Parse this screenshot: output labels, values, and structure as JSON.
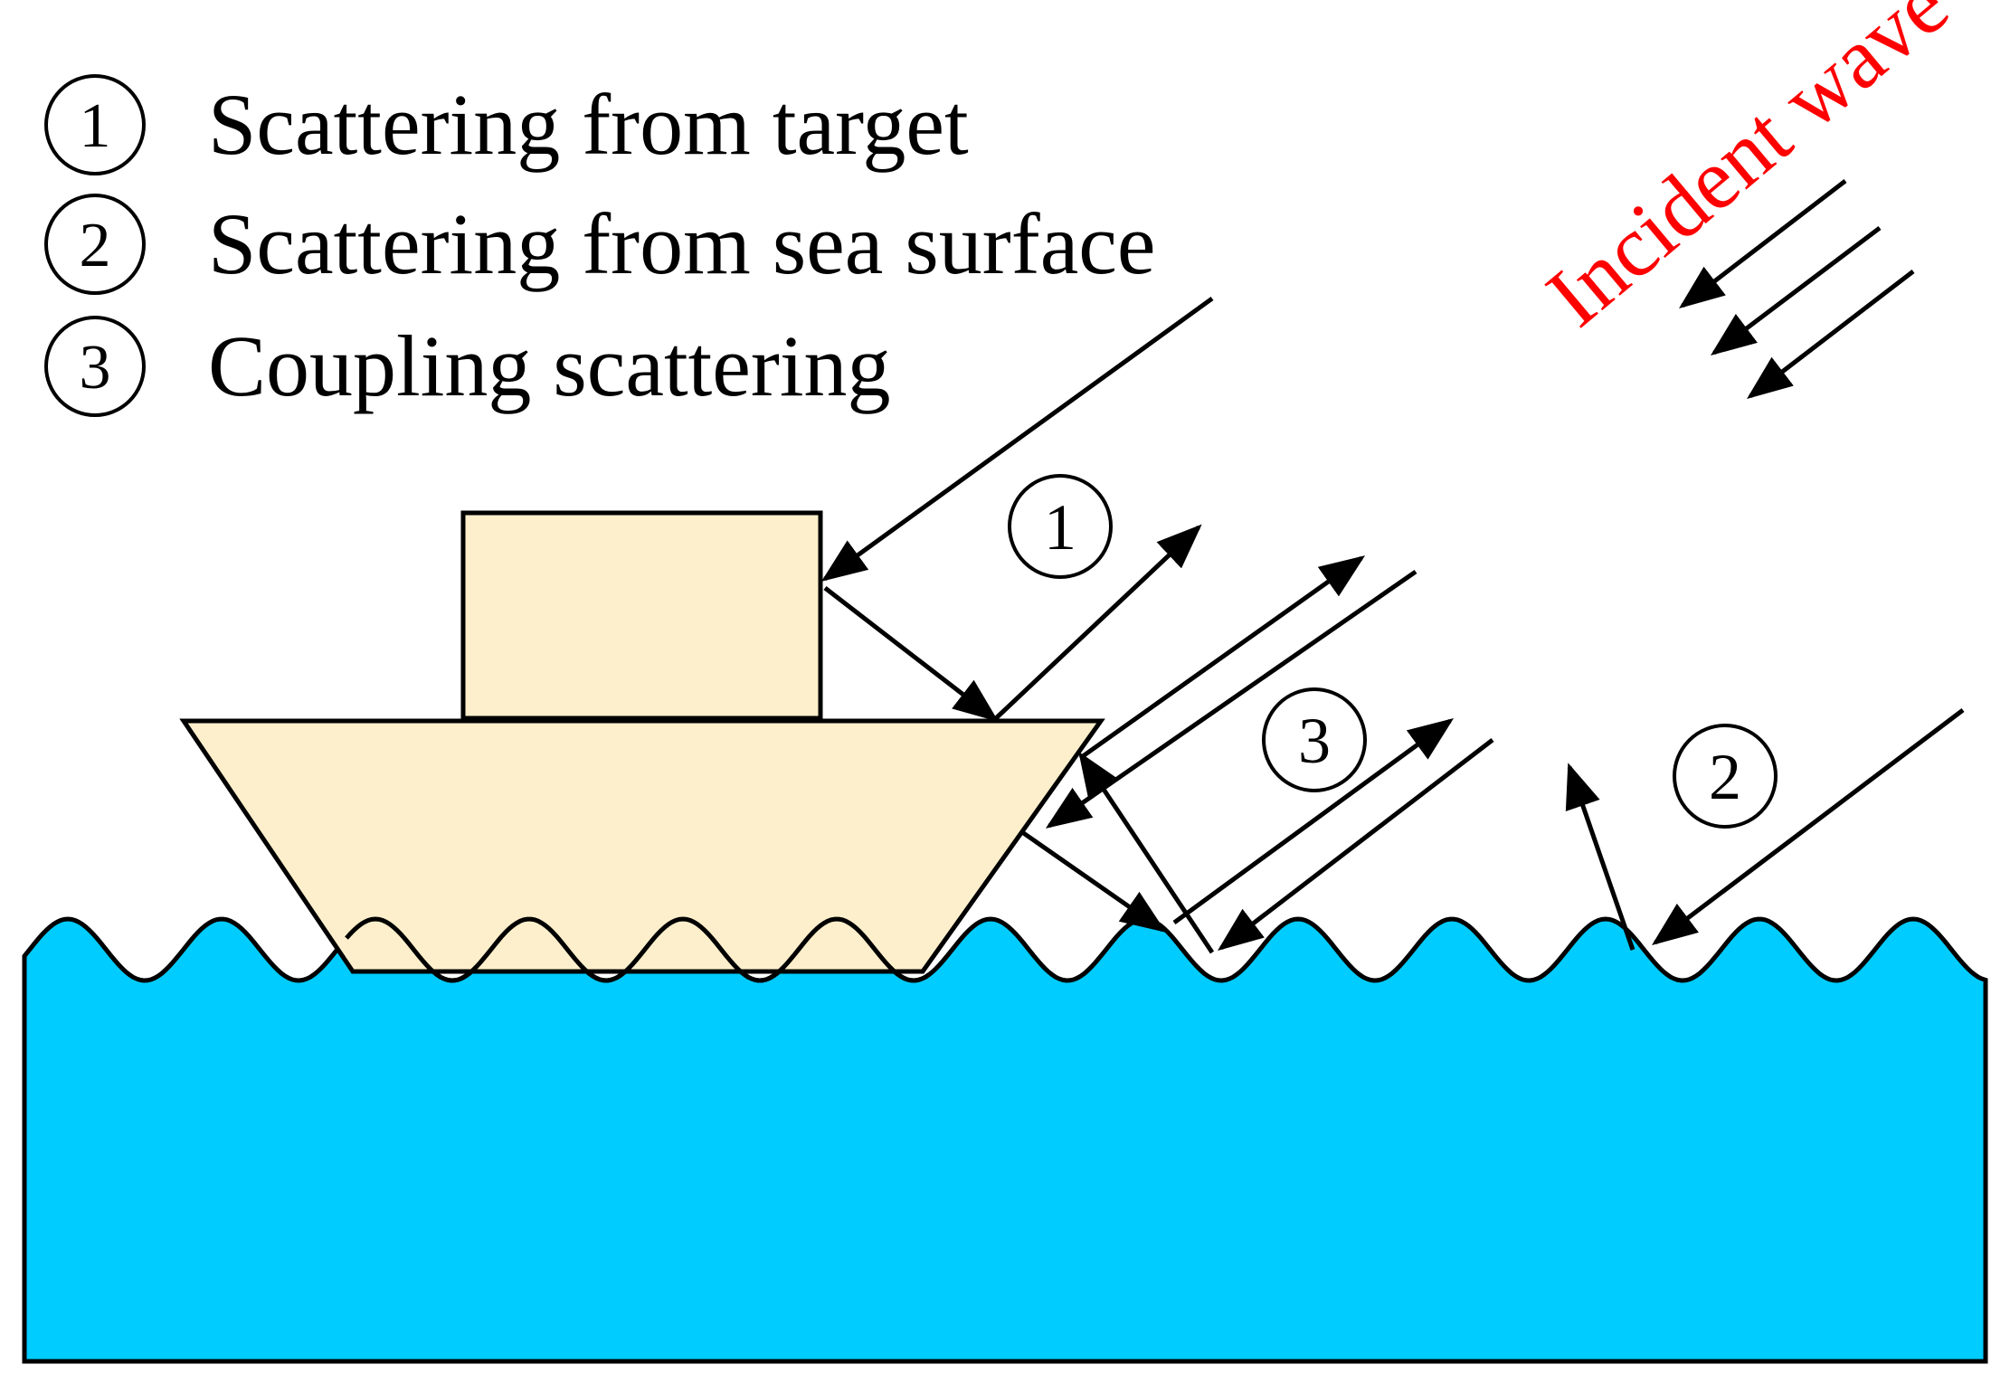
{
  "colors": {
    "sea": "#00CCFF",
    "ship": "#FDEFCB",
    "outline": "#000000",
    "incident_label": "#FF0000",
    "background": "#FFFFFF"
  },
  "legend": [
    {
      "num": "1",
      "label": "Scattering from target"
    },
    {
      "num": "2",
      "label": "Scattering from sea surface"
    },
    {
      "num": "3",
      "label": "Coupling scattering"
    }
  ],
  "incident_label": "Incident wave",
  "markers": [
    {
      "num": "1"
    },
    {
      "num": "3"
    },
    {
      "num": "2"
    }
  ]
}
